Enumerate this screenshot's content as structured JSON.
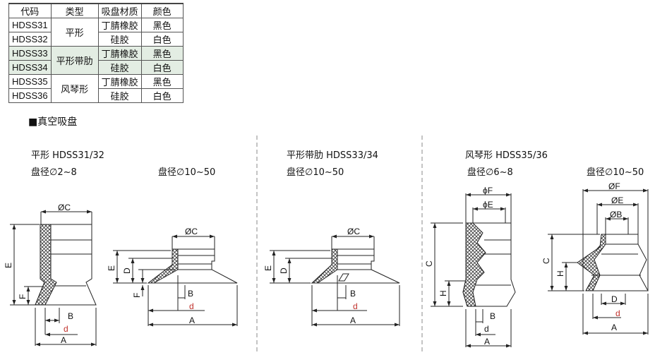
{
  "table": {
    "headers": [
      "代码",
      "类型",
      "吸盘材质",
      "颜色"
    ],
    "rows": [
      {
        "code": "HDSS31",
        "type": "平形",
        "material": "丁腈橡胶",
        "color": "黑色"
      },
      {
        "code": "HDSS32",
        "type": "",
        "material": "硅胶",
        "color": "白色"
      },
      {
        "code": "HDSS33",
        "type": "平形带肋",
        "material": "丁腈橡胶",
        "color": "黑色"
      },
      {
        "code": "HDSS34",
        "type": "",
        "material": "硅胶",
        "color": "白色"
      },
      {
        "code": "HDSS35",
        "type": "风琴形",
        "material": "丁腈橡胶",
        "color": "黑色"
      },
      {
        "code": "HDSS36",
        "type": "",
        "material": "硅胶",
        "color": "白色"
      }
    ]
  },
  "section_title": "■真空吸盘",
  "groups": [
    {
      "title": "平形 HDSS31/32",
      "sub_left": "盘径∅2~8",
      "sub_right": "盘径∅10~50"
    },
    {
      "title": "平形带肋 HDSS33/34",
      "sub_left": "盘径∅10~50"
    },
    {
      "title": "风琴形 HDSS35/36",
      "sub_left": "盘径∅6~8",
      "sub_right": "盘径∅10~50"
    }
  ],
  "dims": {
    "A": "A",
    "B": "B",
    "C": "C",
    "D": "D",
    "E": "E",
    "F": "F",
    "H": "H",
    "d": "d",
    "OC": "ØC",
    "OE": "ØE",
    "OF": "ØF",
    "OB": "ØB",
    "phiF": "ϕF",
    "phiE": "ϕE"
  },
  "colors": {
    "accent_d": "#c0302a",
    "hatch": "#333333",
    "line": "#222222"
  }
}
